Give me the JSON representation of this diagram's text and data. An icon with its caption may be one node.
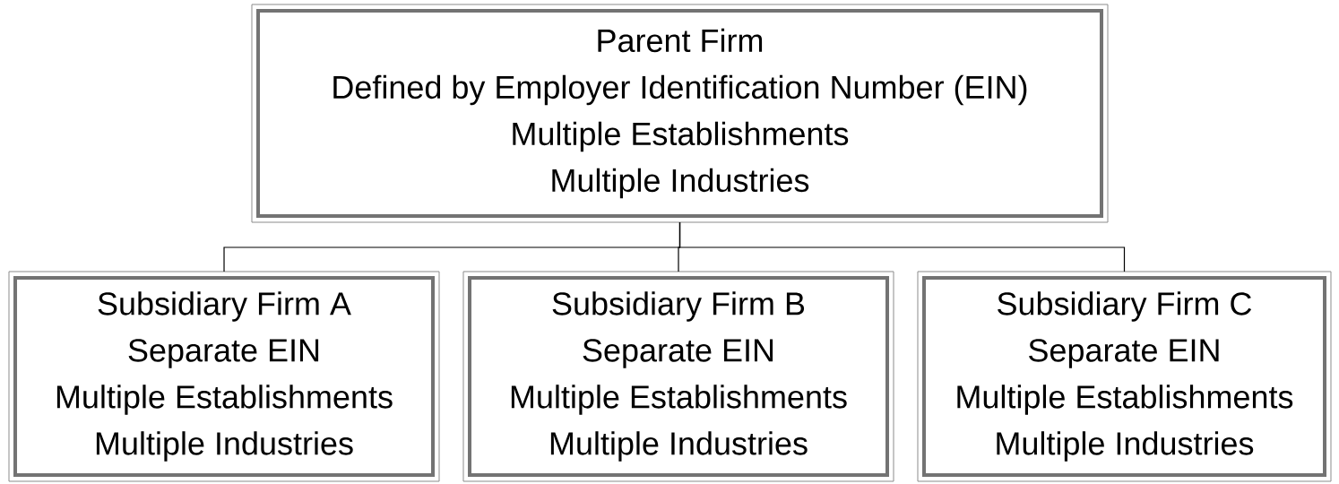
{
  "diagram": {
    "nodes": [
      {
        "text": [
          "Parent Firm",
          "Defined by Employer Identification Number (EIN)",
          "Multiple Establishments",
          "Multiple Industries"
        ]
      },
      {
        "text": [
          "Subsidiary Firm A",
          "Separate EIN",
          "Multiple Establishments",
          "Multiple Industries"
        ]
      },
      {
        "text": [
          "Subsidiary Firm B",
          "Separate EIN",
          "Multiple Establishments",
          "Multiple Industries"
        ]
      },
      {
        "text": [
          "Subsidiary Firm C",
          "Separate EIN",
          "Multiple Establishments",
          "Multiple Industries"
        ]
      }
    ],
    "edges": [
      {
        "from": 0,
        "to": 1,
        "arrow": "none"
      },
      {
        "from": 0,
        "to": 2,
        "arrow": "none"
      },
      {
        "from": 0,
        "to": 3,
        "arrow": "none"
      }
    ]
  }
}
